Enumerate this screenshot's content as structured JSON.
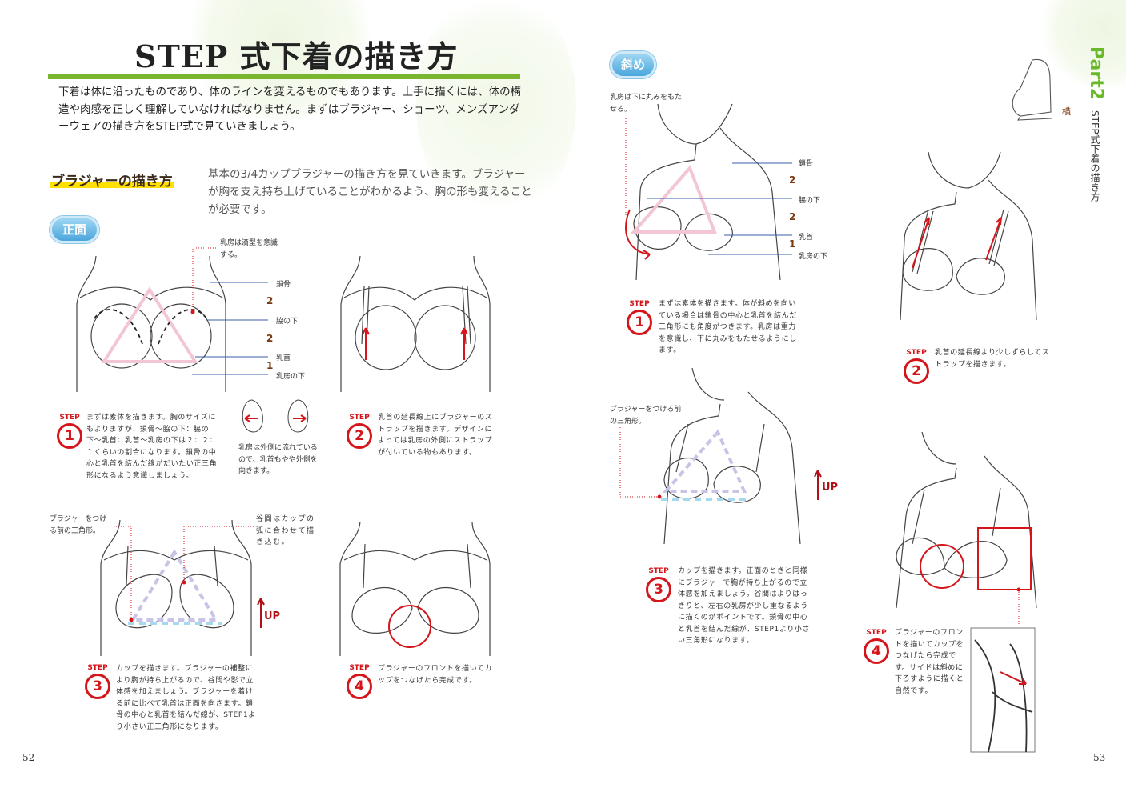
{
  "left_page": {
    "title": "STEP 式下着の描き方",
    "intro": "下着は体に沿ったものであり、体のラインを変えるものでもあります。上手に描くには、体の構造や肉感を正しく理解していなければなりません。まずはブラジャー、ショーツ、メンズアンダーウェアの描き方をSTEP式で見ていきましょう。",
    "section_heading": "ブラジャーの描き方",
    "section_desc": "基本の3/4カップブラジャーの描き方を見ていきます。ブラジャーが胸を支え持ち上げていることがわかるよう、胸の形も変えることが必要です。",
    "view_badge": "正面",
    "fig1_note": "乳房は滴型を意識する。",
    "guides": {
      "collarbone": "鎖骨",
      "underarm": "脇の下",
      "nipple": "乳首",
      "under_breast": "乳房の下",
      "r1": "2",
      "r2": "2",
      "r3": "1"
    },
    "drop_caption": "乳房は外側に流れているので、乳首もやや外側を向きます。",
    "fig3_note_left": "ブラジャーをつける前の三角形。",
    "fig3_note_right": "谷間はカップの弧に合わせて描き込む。",
    "up_label": "UP",
    "steps": [
      {
        "label": "STEP",
        "num": "1",
        "text": "まずは素体を描きます。胸のサイズにもよりますが、鎖骨〜脇の下：脇の下〜乳首：乳首〜乳房の下は２：２：１くらいの割合になります。鎖骨の中心と乳首を結んだ線がだいたい正三角形になるよう意識しましょう。"
      },
      {
        "label": "STEP",
        "num": "2",
        "text": "乳首の延長線上にブラジャーのストラップを描きます。デザインによっては乳房の外側にストラップが付いている物もあります。"
      },
      {
        "label": "STEP",
        "num": "3",
        "text": "カップを描きます。ブラジャーの補整により胸が持ち上がるので、谷間や影で立体感を加えましょう。ブラジャーを着ける前に比べて乳首は正面を向きます。鎖骨の中心と乳首を結んだ線が、STEP1より小さい正三角形になります。"
      },
      {
        "label": "STEP",
        "num": "4",
        "text": "ブラジャーのフロントを描いてカップをつなげたら完成です。"
      }
    ],
    "page_number": "52"
  },
  "right_page": {
    "view_badge": "斜め",
    "fig1_note": "乳房は下に丸みをもたせる。",
    "guides": {
      "collarbone": "鎖骨",
      "underarm": "脇の下",
      "nipple": "乳首",
      "under_breast": "乳房の下",
      "r1": "2",
      "r2": "2",
      "r3": "1"
    },
    "side_label": "横",
    "part_label": "Part2",
    "chapter_title": "STEP式下着の描き方",
    "fig3_note": "ブラジャーをつける前の三角形。",
    "up_label": "UP",
    "steps": [
      {
        "label": "STEP",
        "num": "1",
        "text": "まずは素体を描きます。体が斜めを向いている場合は鎖骨の中心と乳首を結んだ三角形にも角度がつきます。乳房は重力を意識し、下に丸みをもたせるようにします。"
      },
      {
        "label": "STEP",
        "num": "2",
        "text": "乳首の延長線より少しずらしてストラップを描きます。"
      },
      {
        "label": "STEP",
        "num": "3",
        "text": "カップを描きます。正面のときと同様にブラジャーで胸が持ち上がるので立体感を加えましょう。谷間はよりはっきりと、左右の乳房が少し重なるように描くのがポイントです。鎖骨の中心と乳首を結んだ線が、STEP1より小さい三角形になります。"
      },
      {
        "label": "STEP",
        "num": "4",
        "text": "ブラジャーのフロントを描いてカップをつなげたら完成です。サイドは斜めに下ろすように描くと自然です。"
      }
    ],
    "page_number": "53"
  },
  "colors": {
    "accent_green": "#79b52f",
    "step_red": "#d4161b",
    "guide_blue": "#3b5ea8",
    "badge_blue": "#4aa6dc",
    "highlight_yellow": "#ffe000"
  }
}
